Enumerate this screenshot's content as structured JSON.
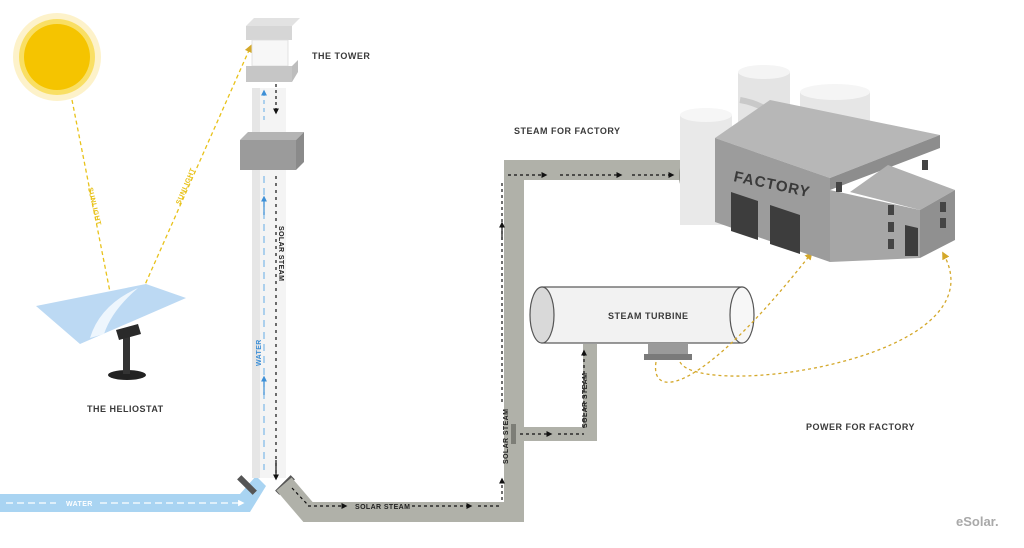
{
  "labels": {
    "tower": "THE TOWER",
    "heliostat": "THE  HELIOSTAT",
    "steam_for_factory": "STEAM FOR FACTORY",
    "steam_turbine": "STEAM TURBINE",
    "power_for_factory": "POWER FOR FACTORY",
    "factory": "FACTORY",
    "sunlight_1": "SUNLIGHT",
    "sunlight_2": "SUNLIGHT",
    "solar_steam_tower": "SOLAR STEAM",
    "water_tower": "WATER",
    "water_bottom": "WATER",
    "solar_steam_bottom": "SOLAR STEAM",
    "solar_steam_riser": "SOLAR STEAM",
    "solar_steam_turbine": "SOLAR STEAM"
  },
  "brand": "eSolar.",
  "colors": {
    "sun": "#f5c400",
    "sunlight": "#e8c21a",
    "water": "#a9d4f2",
    "water_arrow": "#3d8fd6",
    "pipe": "#b0b1a9",
    "pipe_edge": "#8d8e86",
    "building": "#9c9c9c",
    "building_light": "#c8c8c8",
    "power_line": "#d4a82a"
  }
}
